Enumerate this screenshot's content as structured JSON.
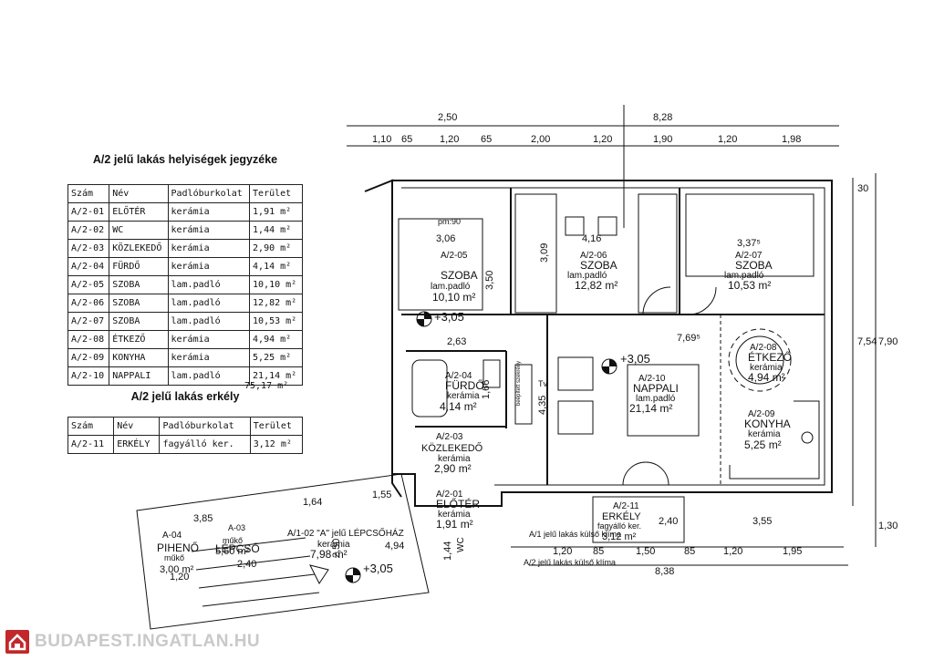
{
  "table1": {
    "title": "A/2 jelű lakás helyiségek jegyzéke",
    "headers": [
      "Szám",
      "Név",
      "Padlóburkolat",
      "Terület"
    ],
    "rows": [
      [
        "A/2-01",
        "ELŐTÉR",
        "kerámia",
        "1,91 m²"
      ],
      [
        "A/2-02",
        "WC",
        "kerámia",
        "1,44 m²"
      ],
      [
        "A/2-03",
        "KÖZLEKEDŐ",
        "kerámia",
        "2,90 m²"
      ],
      [
        "A/2-04",
        "FÜRDŐ",
        "kerámia",
        "4,14 m²"
      ],
      [
        "A/2-05",
        "SZOBA",
        "lam.padló",
        "10,10 m²"
      ],
      [
        "A/2-06",
        "SZOBA",
        "lam.padló",
        "12,82 m²"
      ],
      [
        "A/2-07",
        "SZOBA",
        "lam.padló",
        "10,53 m²"
      ],
      [
        "A/2-08",
        "ÉTKEZŐ",
        "kerámia",
        "4,94 m²"
      ],
      [
        "A/2-09",
        "KONYHA",
        "kerámia",
        "5,25 m²"
      ],
      [
        "A/2-10",
        "NAPPALI",
        "lam.padló",
        "21,14 m²"
      ]
    ],
    "total": "75,17 m²"
  },
  "table2": {
    "title": "A/2 jelű lakás erkély",
    "headers": [
      "Szám",
      "Név",
      "Padlóburkolat",
      "Terület"
    ],
    "rows": [
      [
        "A/2-11",
        "ERKÉLY",
        "fagyálló ker.",
        "3,12 m²"
      ]
    ]
  },
  "plan": {
    "dims_top_outer": [
      "2,50",
      "8,28"
    ],
    "dims_top": [
      "1,10",
      "65",
      "1,20",
      "65",
      "2,00",
      "1,20",
      "1,90",
      "1,20",
      "1,98"
    ],
    "dims_right": [
      "30",
      "7,54",
      "7,90",
      "1,30"
    ],
    "dims_bottom": [
      "2,40",
      "3,55",
      "1,20",
      "85",
      "1,50",
      "85",
      "1,20",
      "1,95",
      "8,38"
    ],
    "rooms": [
      {
        "code": "A/2-05",
        "name": "SZOBA",
        "floor": "lam.padló",
        "area": "10,10 m²"
      },
      {
        "code": "A/2-06",
        "name": "SZOBA",
        "floor": "lam.padló",
        "area": "12,82 m²"
      },
      {
        "code": "A/2-07",
        "name": "SZOBA",
        "floor": "lam.padló",
        "area": "10,53 m²"
      },
      {
        "code": "A/2-04",
        "name": "FÜRDŐ",
        "floor": "kerámia",
        "area": "4,14 m²"
      },
      {
        "code": "A/2-10",
        "name": "NAPPALI",
        "floor": "lam.padló",
        "area": "21,14 m²"
      },
      {
        "code": "A/2-08",
        "name": "ÉTKEZŐ",
        "floor": "kerámia",
        "area": "4,94 m²"
      },
      {
        "code": "A/2-09",
        "name": "KONYHA",
        "floor": "kerámia",
        "area": "5,25 m²"
      },
      {
        "code": "A/2-03",
        "name": "KÖZLEKEDŐ",
        "floor": "kerámia",
        "area": "2,90 m²"
      },
      {
        "code": "A/2-01",
        "name": "ELŐTÉR",
        "floor": "kerámia",
        "area": "1,91 m²"
      },
      {
        "code": "A/2-11",
        "name": "ERKÉLY",
        "floor": "fagyálló ker.",
        "area": "3,12 m²"
      }
    ],
    "stair": {
      "title": "A/1-02 \"A\" jelű LÉPCSŐHÁZ",
      "floor": "kerámia",
      "area": "7,98 m²"
    },
    "pihenő": {
      "code": "A-04",
      "name": "PIHENŐ",
      "floor": "műkő",
      "area": "3,00 m²"
    },
    "lepcso": {
      "code": "A-03",
      "name": "LÉPCSŐ",
      "floor": "műkő",
      "area": "5,60 m²"
    },
    "level_labels": [
      "+3,05",
      "+3,05",
      "+3,05"
    ],
    "misc": [
      "3,06",
      "3,09",
      "4,16",
      "3,37⁵",
      "7,69⁵",
      "3,50",
      "2,63",
      "4,35",
      "1,66",
      "1,44",
      "1,64",
      "1,55",
      "2,50",
      "4,94",
      "3,85",
      "1,20",
      "2,40",
      "pm:90",
      "Tv",
      "beépített szekrény",
      "A/1 jelű lakás külső klíma",
      "A/2 jelű lakás külső klíma",
      "WC"
    ]
  },
  "watermark": {
    "text": "BUDAPEST.INGATLAN.HU"
  }
}
